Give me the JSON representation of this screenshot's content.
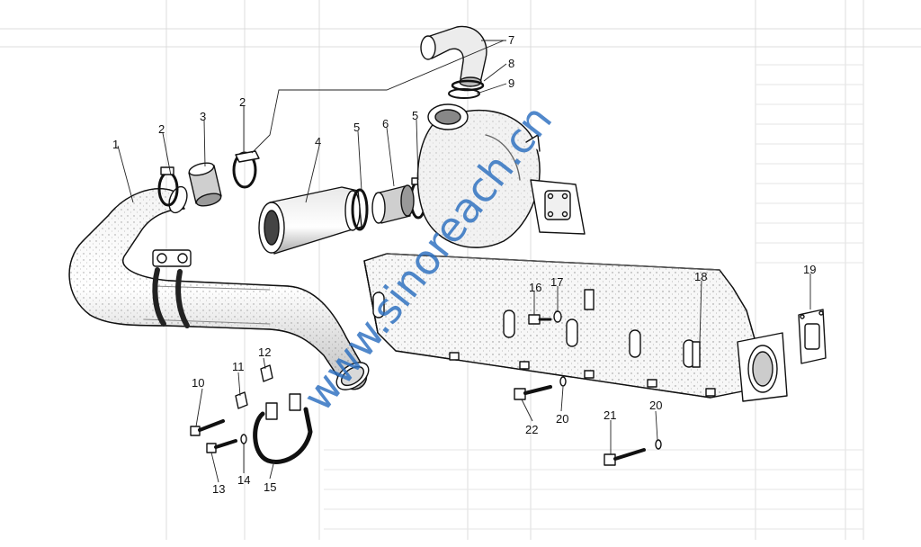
{
  "watermark": "www.sinoreach.cn",
  "callout_labels": [
    "1",
    "2",
    "2",
    "3",
    "4",
    "5",
    "5",
    "6",
    "7",
    "8",
    "9",
    "10",
    "11",
    "12",
    "13",
    "14",
    "15",
    "16",
    "17",
    "18",
    "19",
    "20",
    "20",
    "21",
    "22"
  ]
}
